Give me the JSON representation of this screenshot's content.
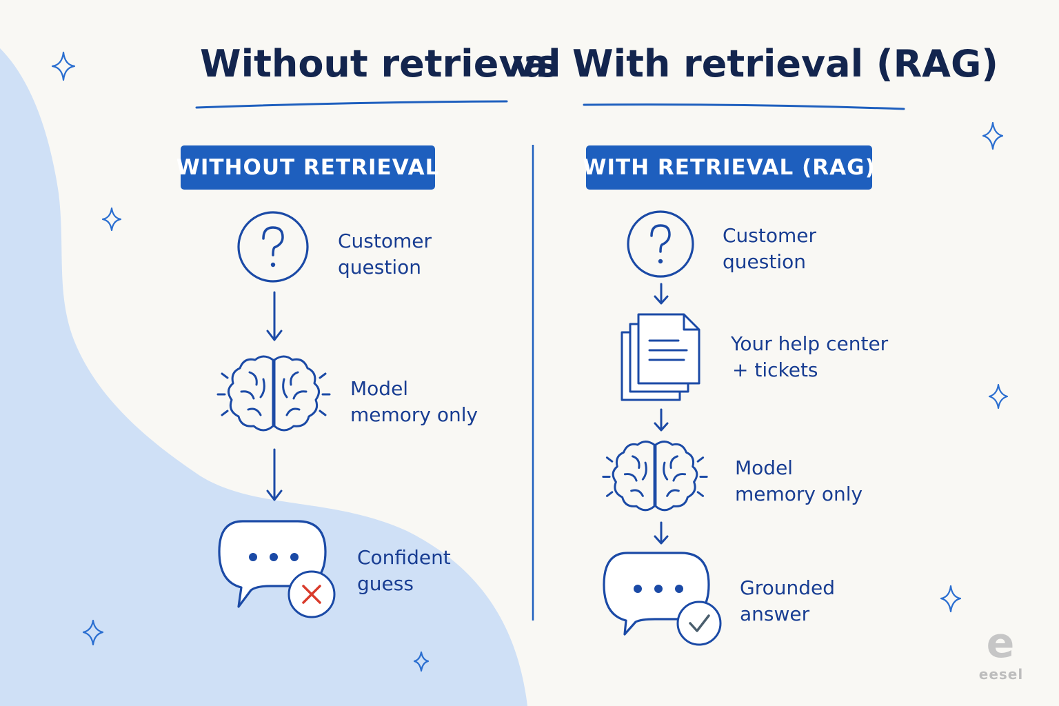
{
  "title": {
    "left": "Without retrieval",
    "vs": "vs",
    "right": "With retrieval (RAG)"
  },
  "left_panel": {
    "heading": "WITHOUT RETRIEVAL",
    "steps": [
      {
        "icon": "question-circle-icon",
        "line1": "Customer",
        "line2": "question"
      },
      {
        "icon": "brain-icon",
        "line1": "Model",
        "line2": "memory only"
      },
      {
        "icon": "speech-bubble-x-icon",
        "line1": "Confident",
        "line2": "guess"
      }
    ]
  },
  "right_panel": {
    "heading": "WITH RETRIEVAL (RAG)",
    "steps": [
      {
        "icon": "question-circle-icon",
        "line1": "Customer",
        "line2": "question"
      },
      {
        "icon": "documents-icon",
        "line1": "Your help center",
        "line2": "+ tickets"
      },
      {
        "icon": "brain-icon",
        "line1": "Model",
        "line2": "memory only"
      },
      {
        "icon": "speech-bubble-check-icon",
        "line1": "Grounded",
        "line2": "answer"
      }
    ]
  },
  "logo": {
    "letter": "e",
    "word": "eesel"
  },
  "colors": {
    "background": "#f9f8f4",
    "blob": "#cfe0f6",
    "accent": "#1e5fbe",
    "ink": "#1b4aa6",
    "title_ink": "#13254e",
    "error": "#d93b2b",
    "success": "#4a5e6d"
  }
}
